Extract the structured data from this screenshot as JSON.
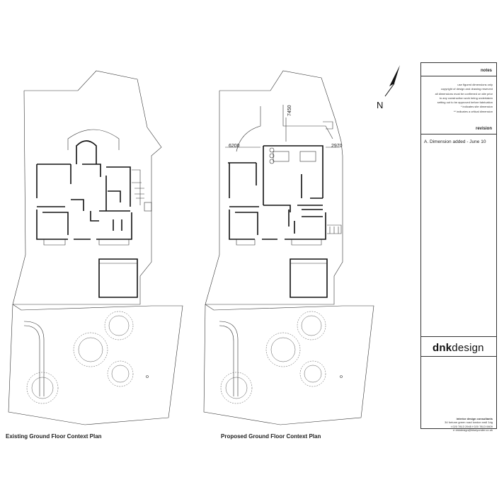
{
  "plans": {
    "existing_title": "Existing Ground Floor Context Plan",
    "proposed_title": "Proposed Ground Floor Context Plan"
  },
  "dimensions": {
    "d1": "6200",
    "d2": "7450",
    "d3": "2970"
  },
  "north_arrow": {
    "label": "N",
    "icon": "north-arrow-icon"
  },
  "title_block": {
    "notes_title": "notes",
    "notes_lines": [
      "use figured dimensions only",
      "copyright of design and drawing reserved",
      "all dimensions must be confirmed on site prior",
      "to any construction work being undertaken",
      "setting out to be approved before fabrication",
      "* indicates site dimension",
      "** indicates a critical dimension"
    ],
    "revision_title": "revision",
    "revision_entry": "A. Dimension added - June 10",
    "brand_bold": "dnk",
    "brand_light": "design",
    "company_name": "interior design consultants",
    "company_address": "34 fortune green road london nw6 1dg",
    "company_phone": "t 020 7813 2945   f 020 7813 0609",
    "company_email": "e dnkdesign@blueyonder.co.uk"
  }
}
